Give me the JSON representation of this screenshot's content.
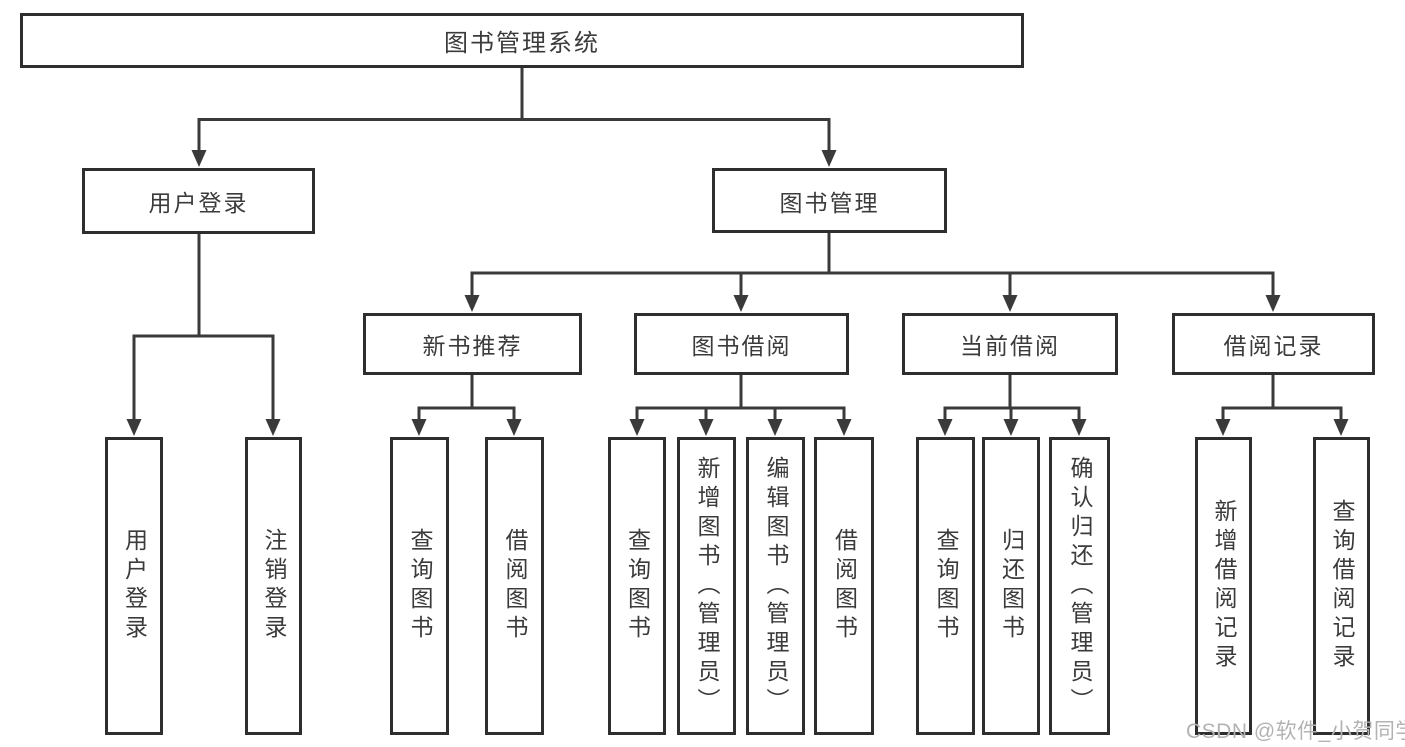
{
  "tree": {
    "root": "图书管理系统",
    "branches": [
      {
        "label": "用户登录",
        "children": [
          "用户登录",
          "注销登录"
        ]
      },
      {
        "label": "图书管理",
        "groups": [
          {
            "label": "新书推荐",
            "children": [
              "查询图书",
              "借阅图书"
            ]
          },
          {
            "label": "图书借阅",
            "children": [
              "查询图书",
              "新增图书（管理员）",
              "编辑图书（管理员）",
              "借阅图书"
            ]
          },
          {
            "label": "当前借阅",
            "children": [
              "查询图书",
              "归还图书",
              "确认归还（管理员）"
            ]
          },
          {
            "label": "借阅记录",
            "children": [
              "新增借阅记录",
              "查询借阅记录"
            ]
          }
        ]
      }
    ]
  },
  "watermark": {
    "text": "CSDN @软件_小贺同学"
  },
  "colors": {
    "line": "#3a3a3a",
    "border": "#2e2e2e",
    "text": "#3b3b3b",
    "watermark": "#b3b3b3",
    "background": "#ffffff"
  }
}
